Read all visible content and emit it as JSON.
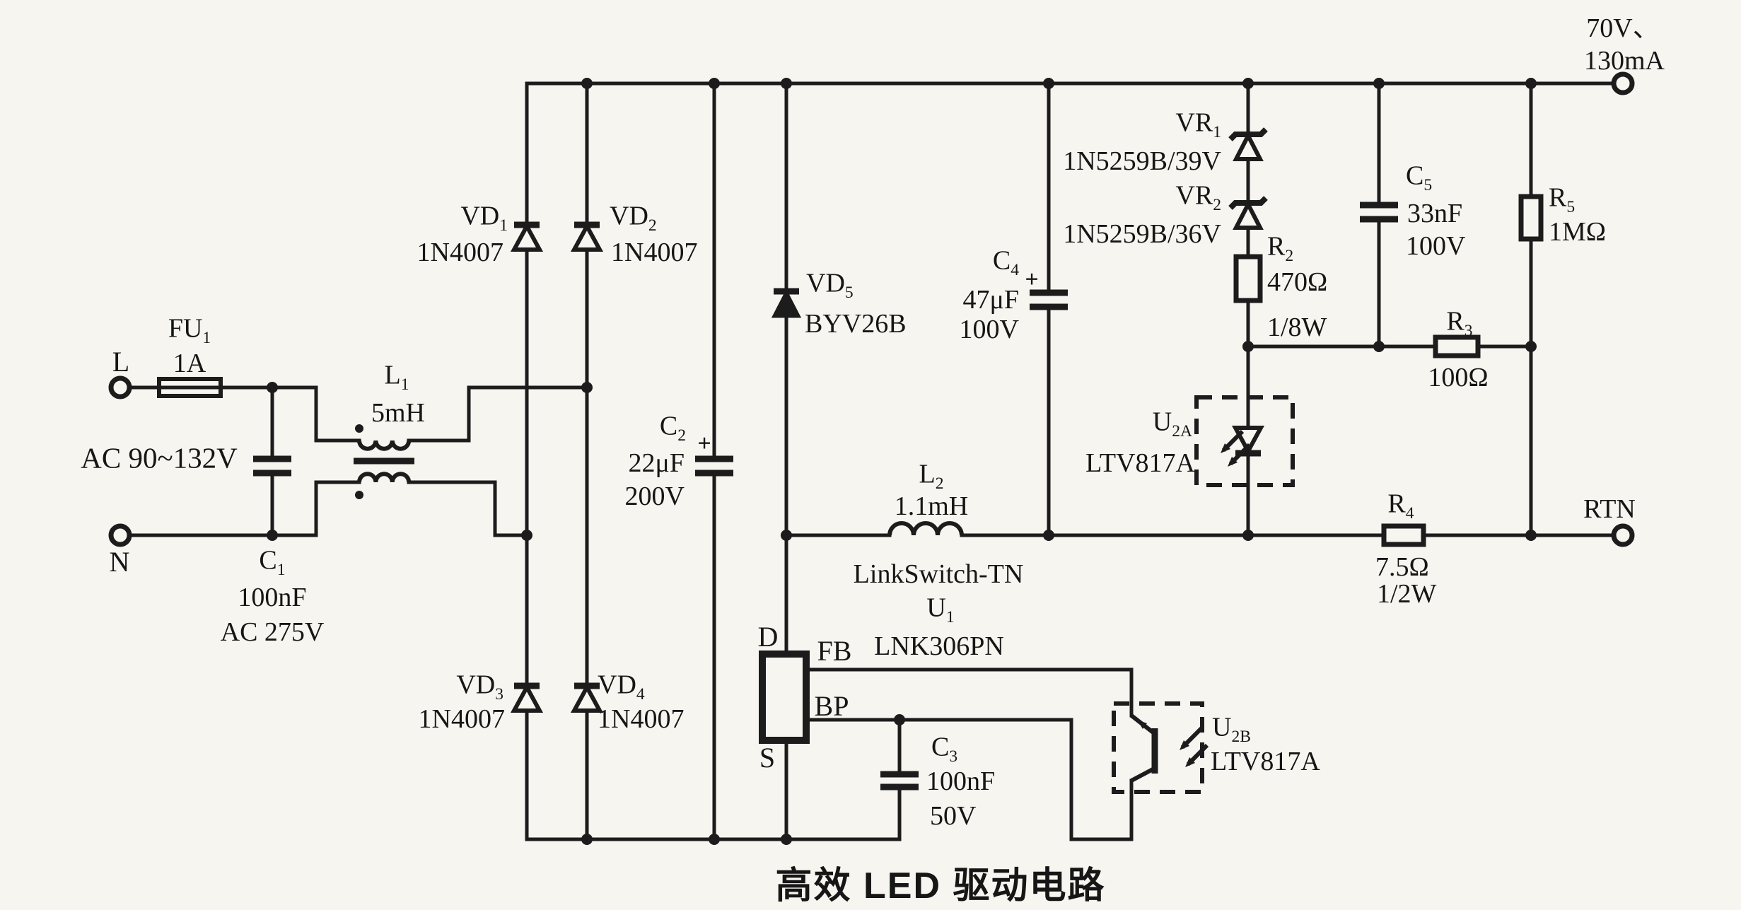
{
  "title": "高效 LED 驱动电路",
  "colors": {
    "paper": "#f7f5f0",
    "ink": "#1c1c1c"
  },
  "terminals": {
    "line": "L",
    "neutral": "N",
    "rtn": "RTN",
    "output_voltage": "70V、",
    "output_current": "130mA"
  },
  "input": {
    "ac_range": "AC 90~132V"
  },
  "ic_u1": {
    "family": "LinkSwitch-TN",
    "ref": "U",
    "sub": "1",
    "part": "LNK306PN",
    "pin_d": "D",
    "pin_fb": "FB",
    "pin_bp": "BP",
    "pin_s": "S"
  },
  "components": {
    "fu1": {
      "ref": "FU",
      "sub": "1",
      "value": "1A"
    },
    "c1": {
      "ref": "C",
      "sub": "1",
      "value": "100nF",
      "rating": "AC 275V"
    },
    "l1": {
      "ref": "L",
      "sub": "1",
      "value": "5mH"
    },
    "vd1": {
      "ref": "VD",
      "sub": "1",
      "part": "1N4007"
    },
    "vd2": {
      "ref": "VD",
      "sub": "2",
      "part": "1N4007"
    },
    "vd3": {
      "ref": "VD",
      "sub": "3",
      "part": "1N4007"
    },
    "vd4": {
      "ref": "VD",
      "sub": "4",
      "part": "1N4007"
    },
    "vd5": {
      "ref": "VD",
      "sub": "5",
      "part": "BYV26B"
    },
    "c2": {
      "ref": "C",
      "sub": "2",
      "polarity": "+",
      "value": "22μF",
      "rating": "200V"
    },
    "c3": {
      "ref": "C",
      "sub": "3",
      "value": "100nF",
      "rating": "50V"
    },
    "c4": {
      "ref": "C",
      "sub": "4",
      "polarity": "+",
      "value": "47μF",
      "rating": "100V"
    },
    "c5": {
      "ref": "C",
      "sub": "5",
      "value": "33nF",
      "rating": "100V"
    },
    "l2": {
      "ref": "L",
      "sub": "2",
      "value": "1.1mH"
    },
    "vr1": {
      "ref": "VR",
      "sub": "1",
      "part": "1N5259B/39V"
    },
    "vr2": {
      "ref": "VR",
      "sub": "2",
      "part": "1N5259B/36V"
    },
    "r2": {
      "ref": "R",
      "sub": "2",
      "value": "470Ω",
      "power": "1/8W"
    },
    "r3": {
      "ref": "R",
      "sub": "3",
      "value": "100Ω"
    },
    "r4": {
      "ref": "R",
      "sub": "4",
      "value": "7.5Ω",
      "power": "1/2W"
    },
    "r5": {
      "ref": "R",
      "sub": "5",
      "value": "1MΩ"
    },
    "u2a": {
      "ref": "U",
      "sub": "2A",
      "part": "LTV817A"
    },
    "u2b": {
      "ref": "U",
      "sub": "2B",
      "part": "LTV817A"
    }
  }
}
